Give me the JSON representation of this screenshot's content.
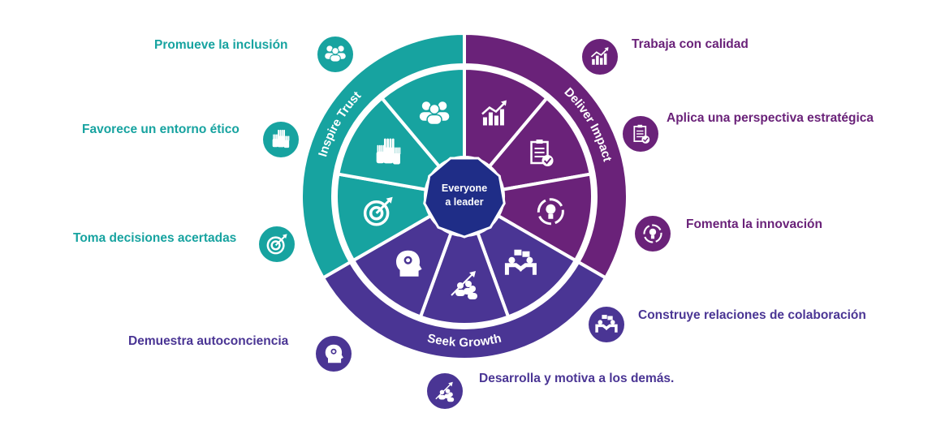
{
  "colors": {
    "teal": "#17a3a0",
    "purple": "#6a2279",
    "indigo": "#4a3594",
    "center": "#1f2d87"
  },
  "center_label": [
    "Everyone",
    "a leader"
  ],
  "ring_labels": {
    "inspire": "Inspire Trust",
    "deliver": "Deliver Impact",
    "growth": "Seek Growth"
  },
  "wedges": [
    {
      "icon": "chart-icon",
      "group": "purple"
    },
    {
      "icon": "clipboard-icon",
      "group": "purple"
    },
    {
      "icon": "lightbulb-cycle-icon",
      "group": "purple"
    },
    {
      "icon": "collaboration-icon",
      "group": "indigo"
    },
    {
      "icon": "growth-people-icon",
      "group": "indigo"
    },
    {
      "icon": "head-idea-icon",
      "group": "indigo"
    },
    {
      "icon": "target-icon",
      "group": "teal"
    },
    {
      "icon": "raised-hands-icon",
      "group": "teal"
    },
    {
      "icon": "people-icon",
      "group": "teal"
    }
  ],
  "behaviors": {
    "inclusion": "Promueve la inclusión",
    "ethical": "Favorece un entorno ético",
    "decisions": "Toma decisiones acertadas",
    "selfaware": "Demuestra autoconciencia",
    "develop": "Desarrolla y motiva a los demás.",
    "collab": "Construye relaciones de colaboración",
    "innovation": "Fomenta la innovación",
    "strategic": "Aplica una perspectiva estratégica",
    "quality": "Trabaja con calidad"
  }
}
